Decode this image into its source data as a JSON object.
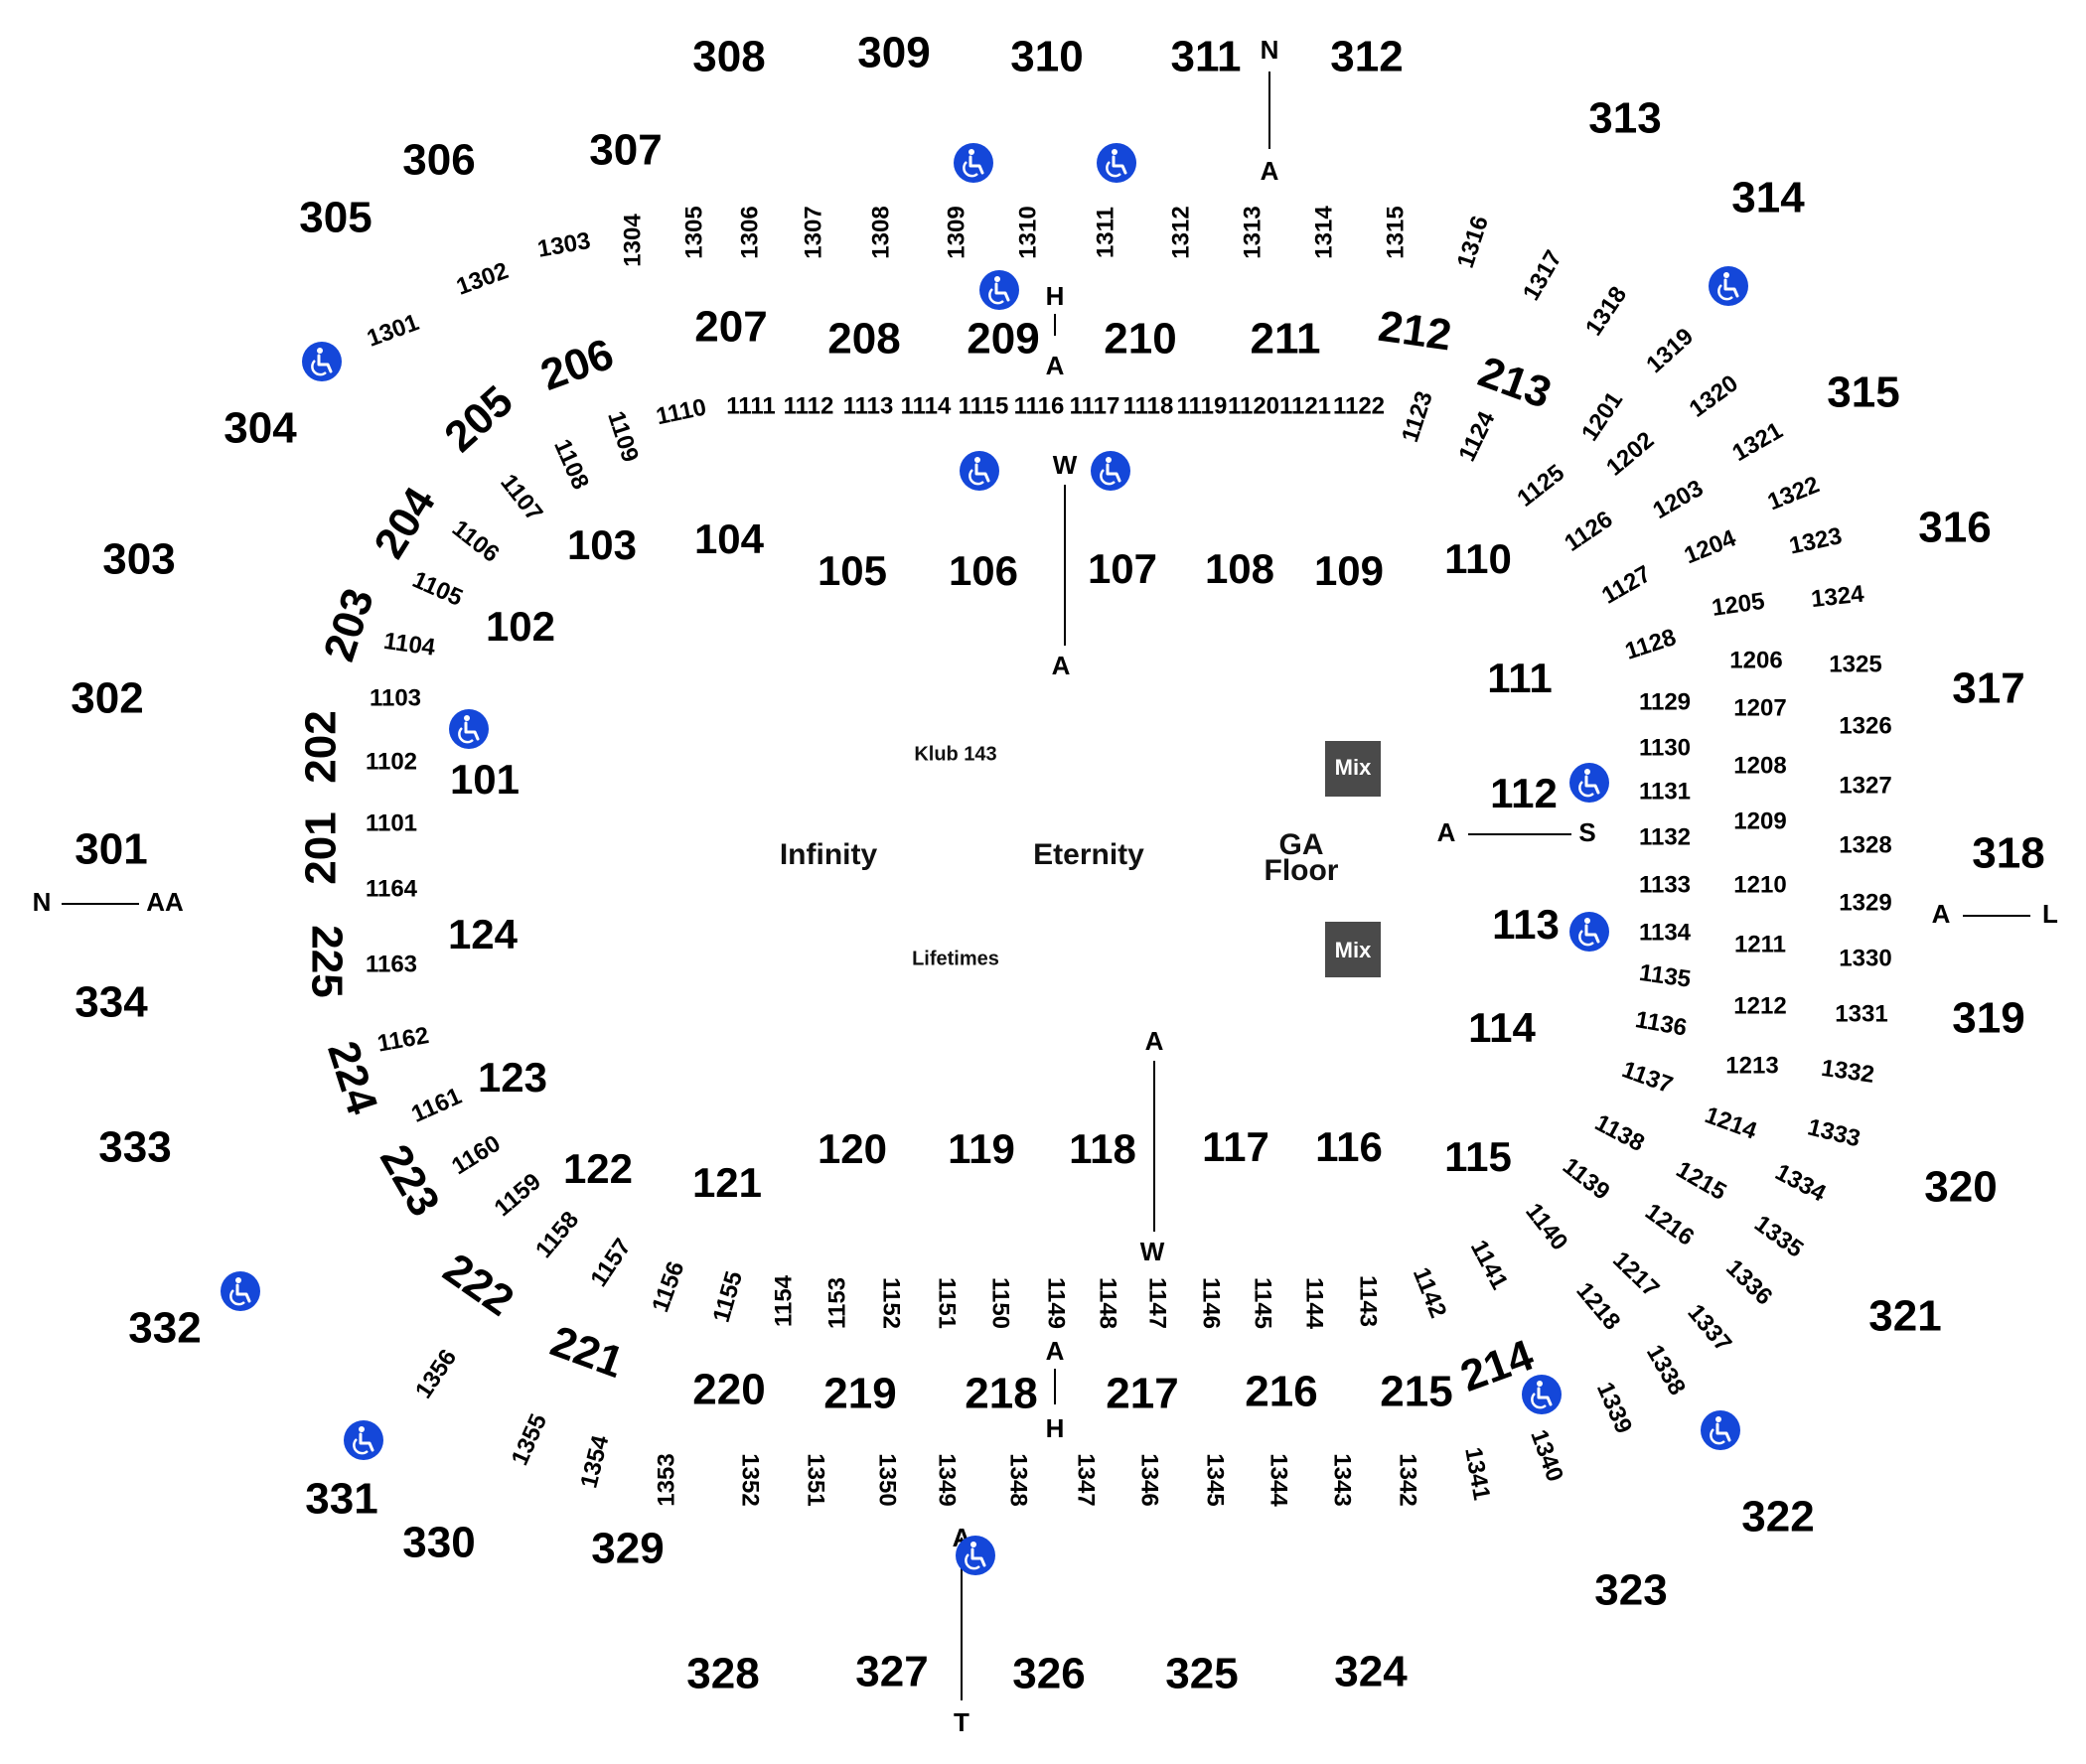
{
  "venue_zones": {
    "klub": "Klub 143",
    "infinity": "Infinity",
    "eternity": "Eternity",
    "lifetimes": "Lifetimes",
    "ga_line1": "GA",
    "ga_line2": "Floor",
    "mix_top": "Mix",
    "mix_bottom": "Mix"
  },
  "colors": {
    "accessibility": "#1447d9",
    "mix_box": "#4a4a4a",
    "text": "#000000"
  },
  "icons": {
    "accessibility": "wheelchair-icon"
  },
  "aisle_markers": {
    "top_north": [
      "N",
      "A"
    ],
    "top_center": [
      "H",
      "A"
    ],
    "mid_top": [
      "W",
      "A"
    ],
    "left": [
      "N",
      "AA"
    ],
    "right_inner": [
      "A",
      "S"
    ],
    "right_outer": [
      "A",
      "L"
    ],
    "mid_bottom": [
      "A",
      "W"
    ],
    "bottom_center": [
      "A",
      "H"
    ],
    "bottom_t": [
      "A",
      "T"
    ]
  },
  "sections_300": [
    "301",
    "302",
    "303",
    "304",
    "305",
    "306",
    "307",
    "308",
    "309",
    "310",
    "311",
    "312",
    "313",
    "314",
    "315",
    "316",
    "317",
    "318",
    "319",
    "320",
    "321",
    "322",
    "323",
    "324",
    "325",
    "326",
    "327",
    "328",
    "329",
    "330",
    "331",
    "332",
    "333",
    "334"
  ],
  "sections_200": [
    "201",
    "202",
    "203",
    "204",
    "205",
    "206",
    "207",
    "208",
    "209",
    "210",
    "211",
    "212",
    "213",
    "214",
    "215",
    "216",
    "217",
    "218",
    "219",
    "220",
    "221",
    "222",
    "223",
    "224",
    "225"
  ],
  "sections_100": [
    "101",
    "102",
    "103",
    "104",
    "105",
    "106",
    "107",
    "108",
    "109",
    "110",
    "111",
    "112",
    "113",
    "114",
    "115",
    "116",
    "117",
    "118",
    "119",
    "120",
    "121",
    "122",
    "123",
    "124"
  ],
  "boxes_1100": [
    "1101",
    "1102",
    "1103",
    "1104",
    "1105",
    "1106",
    "1107",
    "1108",
    "1109",
    "1110",
    "1111",
    "1112",
    "1113",
    "1114",
    "1115",
    "1116",
    "1117",
    "1118",
    "1119",
    "1120",
    "1121",
    "1122",
    "1123",
    "1124",
    "1125",
    "1126",
    "1127",
    "1128",
    "1129",
    "1130",
    "1131",
    "1132",
    "1133",
    "1134",
    "1135",
    "1136",
    "1137",
    "1138",
    "1139",
    "1140",
    "1141",
    "1142",
    "1143",
    "1144",
    "1145",
    "1146",
    "1147",
    "1148",
    "1149",
    "1150",
    "1151",
    "1152",
    "1153",
    "1154",
    "1155",
    "1156",
    "1157",
    "1158",
    "1159",
    "1160",
    "1161",
    "1162",
    "1163",
    "1164"
  ],
  "boxes_1200": [
    "1201",
    "1202",
    "1203",
    "1204",
    "1205",
    "1206",
    "1207",
    "1208",
    "1209",
    "1210",
    "1211",
    "1212",
    "1213",
    "1214",
    "1215",
    "1216",
    "1217",
    "1218"
  ],
  "boxes_1300": [
    "1301",
    "1302",
    "1303",
    "1304",
    "1305",
    "1306",
    "1307",
    "1308",
    "1309",
    "1310",
    "1311",
    "1312",
    "1313",
    "1314",
    "1315",
    "1316",
    "1317",
    "1318",
    "1319",
    "1320",
    "1321",
    "1322",
    "1323",
    "1324",
    "1325",
    "1326",
    "1327",
    "1328",
    "1329",
    "1330",
    "1331",
    "1332",
    "1333",
    "1334",
    "1335",
    "1336",
    "1337",
    "1338",
    "1339",
    "1340",
    "1341",
    "1342",
    "1343",
    "1344",
    "1345",
    "1346",
    "1347",
    "1348",
    "1349",
    "1350",
    "1351",
    "1352",
    "1353",
    "1354",
    "1355",
    "1356"
  ]
}
